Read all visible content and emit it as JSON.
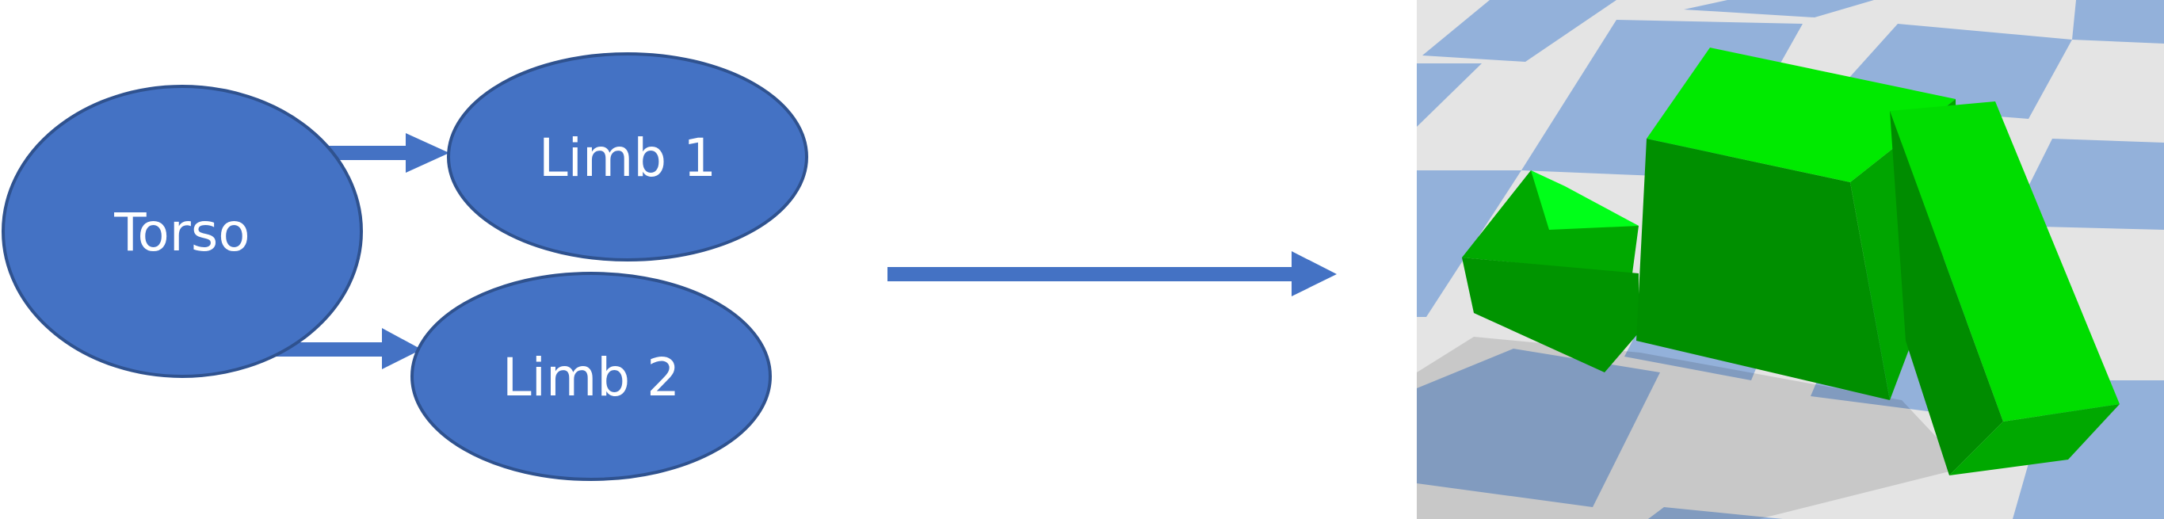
{
  "diagram": {
    "nodes": {
      "torso": "Torso",
      "limb1": "Limb 1",
      "limb2": "Limb 2"
    },
    "colors": {
      "node_fill": "#4472c4",
      "node_stroke": "#2f528f",
      "arrow": "#4472c4",
      "label": "#ffffff"
    }
  },
  "render": {
    "description_free": true,
    "floor_colors": {
      "light": "#e4e4e4",
      "blue": "#93b1da"
    },
    "box_colors": {
      "top": "#00ee00",
      "front": "#009b00",
      "side": "#00b800"
    }
  }
}
